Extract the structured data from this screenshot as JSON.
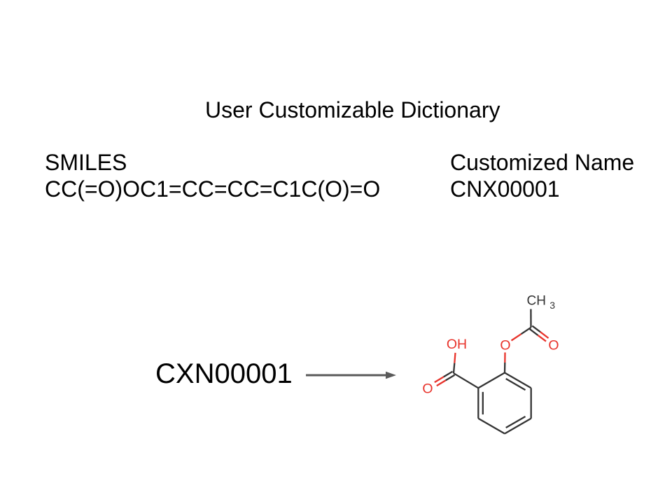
{
  "title": "User Customizable Dictionary",
  "dictionary": {
    "smiles_label": "SMILES",
    "smiles_value": "CC(=O)OC1=CC=CC=C1C(O)=O",
    "name_label": "Customized Name",
    "name_value": "CNX00001"
  },
  "lookup": {
    "query_label": "CXN00001"
  },
  "arrow": {
    "color": "#5a5a5a"
  },
  "molecule": {
    "labels": {
      "hydroxyl": "OH",
      "oxygen": "O",
      "methyl": "CH",
      "methyl_subscript": "3"
    },
    "colors": {
      "bond": "#333333",
      "oxygen": "#e8332b"
    }
  }
}
